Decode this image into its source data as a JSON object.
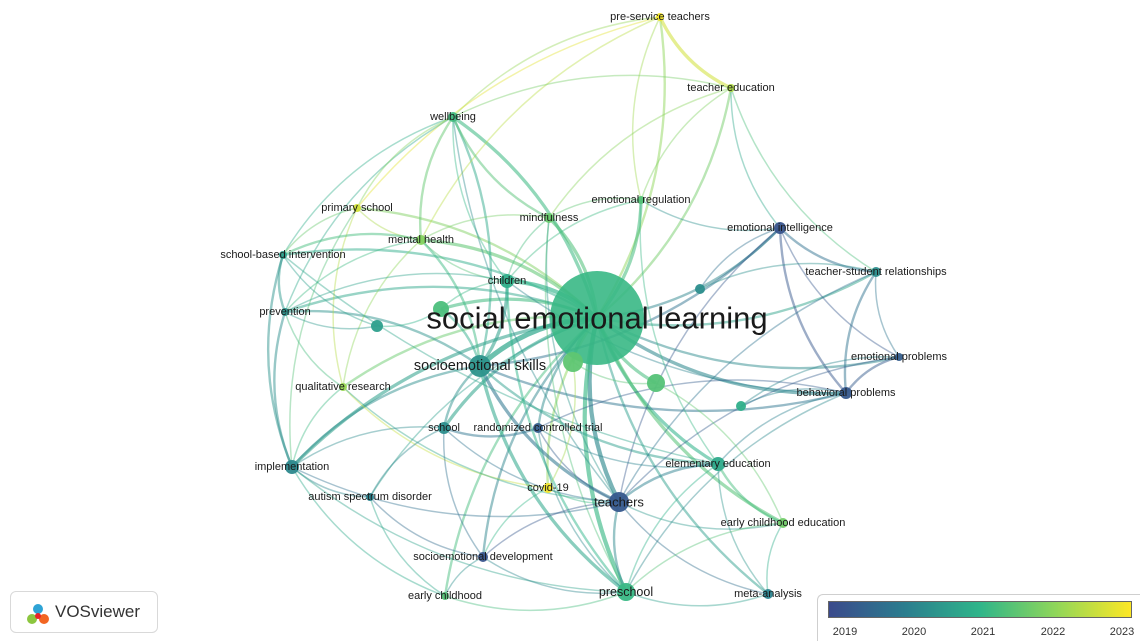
{
  "app": {
    "name": "VOSviewer"
  },
  "colors": {
    "background": "#ffffff",
    "scale": [
      "#3b4a8c",
      "#2b7d8e",
      "#2fb58a",
      "#8fd65a",
      "#fde725"
    ]
  },
  "legend": {
    "ticks": [
      "2019",
      "2020",
      "2021",
      "2022",
      "2023"
    ]
  },
  "network": {
    "nodes": [
      {
        "id": "sel",
        "label": "social emotional learning",
        "year": 2021.1,
        "weight": 100
      },
      {
        "id": "ses",
        "label": "socioemotional skills",
        "year": 2020.4,
        "weight": 22
      },
      {
        "id": "pst",
        "label": "pre-service teachers",
        "year": 2022.9,
        "weight": 3
      },
      {
        "id": "ted",
        "label": "teacher education",
        "year": 2022.3,
        "weight": 4
      },
      {
        "id": "wel",
        "label": "wellbeing",
        "year": 2021.2,
        "weight": 5
      },
      {
        "id": "emr",
        "label": "emotional regulation",
        "year": 2021.4,
        "weight": 4
      },
      {
        "id": "ps",
        "label": "primary school",
        "year": 2022.6,
        "weight": 3
      },
      {
        "id": "mnd",
        "label": "mindfulness",
        "year": 2021.6,
        "weight": 5
      },
      {
        "id": "ei",
        "label": "emotional intelligence",
        "year": 2019.2,
        "weight": 6
      },
      {
        "id": "mh",
        "label": "mental health",
        "year": 2021.9,
        "weight": 5
      },
      {
        "id": "sbi",
        "label": "school-based intervention",
        "year": 2020.6,
        "weight": 3
      },
      {
        "id": "tsr",
        "label": "teacher-student relationships",
        "year": 2020.3,
        "weight": 4
      },
      {
        "id": "chi",
        "label": "children",
        "year": 2020.9,
        "weight": 8
      },
      {
        "id": "prv",
        "label": "prevention",
        "year": 2020.4,
        "weight": 4
      },
      {
        "id": "emp",
        "label": "emotional problems",
        "year": 2019.4,
        "weight": 3
      },
      {
        "id": "qr",
        "label": "qualitative research",
        "year": 2022.1,
        "weight": 3
      },
      {
        "id": "bp",
        "label": "behavioral problems",
        "year": 2019.3,
        "weight": 5
      },
      {
        "id": "sch",
        "label": "school",
        "year": 2020.3,
        "weight": 7
      },
      {
        "id": "rct",
        "label": "randomized controlled trial",
        "year": 2019.4,
        "weight": 4
      },
      {
        "id": "imp",
        "label": "implementation",
        "year": 2020.2,
        "weight": 6
      },
      {
        "id": "ee",
        "label": "elementary education",
        "year": 2020.8,
        "weight": 6
      },
      {
        "id": "cov",
        "label": "covid-19",
        "year": 2022.9,
        "weight": 4
      },
      {
        "id": "asd",
        "label": "autism spectrum disorder",
        "year": 2020.1,
        "weight": 3
      },
      {
        "id": "tea",
        "label": "teachers",
        "year": 2019.3,
        "weight": 12
      },
      {
        "id": "ece",
        "label": "early childhood education",
        "year": 2021.7,
        "weight": 4
      },
      {
        "id": "sed",
        "label": "socioemotional development",
        "year": 2019.2,
        "weight": 4
      },
      {
        "id": "ec",
        "label": "early childhood",
        "year": 2021.4,
        "weight": 3
      },
      {
        "id": "pre",
        "label": "preschool",
        "year": 2021.1,
        "weight": 9
      },
      {
        "id": "ma",
        "label": "meta-analysis",
        "year": 2020.1,
        "weight": 4
      },
      {
        "id": "u1",
        "label": "",
        "year": 2021.3,
        "weight": 8
      },
      {
        "id": "u2",
        "label": "",
        "year": 2020.6,
        "weight": 4
      },
      {
        "id": "u3",
        "label": "",
        "year": 2020.3,
        "weight": 3
      },
      {
        "id": "u4",
        "label": "",
        "year": 2021.5,
        "weight": 10
      },
      {
        "id": "u5",
        "label": "",
        "year": 2020.9,
        "weight": 3
      },
      {
        "id": "u6",
        "label": "",
        "year": 2021.4,
        "weight": 8
      }
    ],
    "links": [
      [
        "sel",
        "ses",
        5
      ],
      [
        "sel",
        "pst",
        2
      ],
      [
        "sel",
        "ted",
        2
      ],
      [
        "sel",
        "wel",
        3
      ],
      [
        "sel",
        "emr",
        3
      ],
      [
        "sel",
        "ps",
        2
      ],
      [
        "sel",
        "mnd",
        3
      ],
      [
        "sel",
        "ei",
        2
      ],
      [
        "sel",
        "mh",
        3
      ],
      [
        "sel",
        "sbi",
        2
      ],
      [
        "sel",
        "tsr",
        2
      ],
      [
        "sel",
        "chi",
        4
      ],
      [
        "sel",
        "prv",
        2
      ],
      [
        "sel",
        "emp",
        2
      ],
      [
        "sel",
        "qr",
        2
      ],
      [
        "sel",
        "bp",
        3
      ],
      [
        "sel",
        "sch",
        3
      ],
      [
        "sel",
        "rct",
        2
      ],
      [
        "sel",
        "imp",
        3
      ],
      [
        "sel",
        "ee",
        3
      ],
      [
        "sel",
        "cov",
        2
      ],
      [
        "sel",
        "asd",
        1
      ],
      [
        "sel",
        "tea",
        4
      ],
      [
        "sel",
        "ece",
        3
      ],
      [
        "sel",
        "sed",
        2
      ],
      [
        "sel",
        "ec",
        2
      ],
      [
        "sel",
        "pre",
        4
      ],
      [
        "sel",
        "ma",
        2
      ],
      [
        "sel",
        "u1",
        3
      ],
      [
        "sel",
        "u4",
        3
      ],
      [
        "sel",
        "u6",
        3
      ],
      [
        "ses",
        "chi",
        3
      ],
      [
        "ses",
        "tea",
        3
      ],
      [
        "ses",
        "pre",
        3
      ],
      [
        "ses",
        "sch",
        2
      ],
      [
        "ses",
        "imp",
        2
      ],
      [
        "ses",
        "ei",
        2
      ],
      [
        "ses",
        "bp",
        2
      ],
      [
        "ses",
        "ee",
        2
      ],
      [
        "ses",
        "wel",
        2
      ],
      [
        "ses",
        "mh",
        2
      ],
      [
        "ses",
        "prv",
        2
      ],
      [
        "ses",
        "u1",
        2
      ],
      [
        "pst",
        "ted",
        3
      ],
      [
        "pst",
        "wel",
        1
      ],
      [
        "pst",
        "emr",
        1
      ],
      [
        "pst",
        "ps",
        1
      ],
      [
        "pst",
        "mh",
        1
      ],
      [
        "ted",
        "ei",
        1
      ],
      [
        "ted",
        "emr",
        1
      ],
      [
        "ted",
        "wel",
        1
      ],
      [
        "ted",
        "tsr",
        1
      ],
      [
        "ted",
        "mnd",
        1
      ],
      [
        "wel",
        "mh",
        2
      ],
      [
        "wel",
        "mnd",
        2
      ],
      [
        "wel",
        "prv",
        1
      ],
      [
        "wel",
        "sbi",
        1
      ],
      [
        "wel",
        "ps",
        1
      ],
      [
        "wel",
        "chi",
        1
      ],
      [
        "wel",
        "tea",
        1
      ],
      [
        "emr",
        "mnd",
        1
      ],
      [
        "emr",
        "ei",
        1
      ],
      [
        "emr",
        "chi",
        1
      ],
      [
        "emr",
        "ee",
        1
      ],
      [
        "ps",
        "mh",
        1
      ],
      [
        "ps",
        "sbi",
        1
      ],
      [
        "ps",
        "qr",
        1
      ],
      [
        "ps",
        "imp",
        1
      ],
      [
        "mnd",
        "mh",
        1
      ],
      [
        "mnd",
        "chi",
        1
      ],
      [
        "mnd",
        "tea",
        1
      ],
      [
        "mnd",
        "pre",
        1
      ],
      [
        "ei",
        "tsr",
        2
      ],
      [
        "ei",
        "emp",
        1
      ],
      [
        "ei",
        "bp",
        2
      ],
      [
        "ei",
        "tea",
        1
      ],
      [
        "ei",
        "u3",
        1
      ],
      [
        "mh",
        "sbi",
        2
      ],
      [
        "mh",
        "prv",
        1
      ],
      [
        "mh",
        "chi",
        1
      ],
      [
        "mh",
        "qr",
        1
      ],
      [
        "sbi",
        "prv",
        2
      ],
      [
        "sbi",
        "imp",
        2
      ],
      [
        "sbi",
        "u2",
        1
      ],
      [
        "sbi",
        "ee",
        1
      ],
      [
        "tsr",
        "emp",
        1
      ],
      [
        "tsr",
        "bp",
        2
      ],
      [
        "tsr",
        "tea",
        1
      ],
      [
        "tsr",
        "u3",
        1
      ],
      [
        "chi",
        "pre",
        2
      ],
      [
        "chi",
        "prv",
        1
      ],
      [
        "chi",
        "bp",
        1
      ],
      [
        "chi",
        "u1",
        1
      ],
      [
        "prv",
        "imp",
        2
      ],
      [
        "prv",
        "qr",
        1
      ],
      [
        "prv",
        "u2",
        1
      ],
      [
        "emp",
        "bp",
        2
      ],
      [
        "emp",
        "u5",
        1
      ],
      [
        "emp",
        "tea",
        1
      ],
      [
        "qr",
        "imp",
        1
      ],
      [
        "qr",
        "cov",
        1
      ],
      [
        "qr",
        "tea",
        1
      ],
      [
        "bp",
        "ee",
        1
      ],
      [
        "bp",
        "u5",
        1
      ],
      [
        "bp",
        "pre",
        1
      ],
      [
        "bp",
        "rct",
        1
      ],
      [
        "sch",
        "rct",
        2
      ],
      [
        "sch",
        "imp",
        1
      ],
      [
        "sch",
        "tea",
        1
      ],
      [
        "sch",
        "sed",
        1
      ],
      [
        "sch",
        "asd",
        1
      ],
      [
        "rct",
        "tea",
        1
      ],
      [
        "rct",
        "pre",
        1
      ],
      [
        "rct",
        "ee",
        1
      ],
      [
        "imp",
        "asd",
        1
      ],
      [
        "imp",
        "ec",
        1
      ],
      [
        "imp",
        "tea",
        1
      ],
      [
        "imp",
        "pre",
        1
      ],
      [
        "ee",
        "tea",
        2
      ],
      [
        "ee",
        "ece",
        2
      ],
      [
        "ee",
        "ma",
        1
      ],
      [
        "ee",
        "pre",
        1
      ],
      [
        "cov",
        "tea",
        1
      ],
      [
        "cov",
        "sed",
        1
      ],
      [
        "cov",
        "u4",
        1
      ],
      [
        "asd",
        "sed",
        1
      ],
      [
        "asd",
        "ec",
        1
      ],
      [
        "tea",
        "pre",
        2
      ],
      [
        "tea",
        "ma",
        1
      ],
      [
        "tea",
        "ece",
        1
      ],
      [
        "tea",
        "sed",
        1
      ],
      [
        "ece",
        "pre",
        1
      ],
      [
        "ece",
        "ma",
        1
      ],
      [
        "ece",
        "u6",
        1
      ],
      [
        "sed",
        "ec",
        1
      ],
      [
        "sed",
        "pre",
        1
      ],
      [
        "ec",
        "pre",
        1
      ],
      [
        "pre",
        "ma",
        1
      ],
      [
        "u4",
        "u6",
        1
      ],
      [
        "u2",
        "u1",
        1
      ]
    ]
  }
}
